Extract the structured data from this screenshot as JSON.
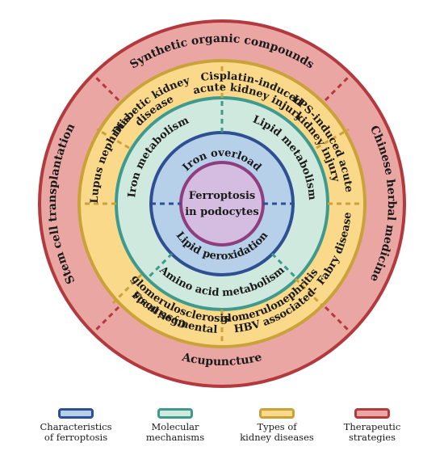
{
  "colors": {
    "therapeutic_fill": "#eaa6a3",
    "therapeutic_border": "#b23a3e",
    "disease_fill": "#fbd98a",
    "disease_border": "#c9a23a",
    "mechanism_fill": "#cfe9df",
    "mechanism_border": "#3d9a8d",
    "characteristic_fill": "#b7d0ea",
    "characteristic_border": "#2e4f92",
    "core_fill": "#d4bde0",
    "core_border": "#8e3e7e"
  },
  "core": {
    "line1": "Ferroptosis",
    "line2": "in podocytes"
  },
  "characteristics": {
    "top": "Iron overload",
    "bottom": "Lipid peroxidation"
  },
  "mechanisms": {
    "left": "Iron metabolism",
    "right": "Lipid metabolism",
    "bottom": "Amino acid metabolism"
  },
  "diseases": {
    "diabetic": {
      "line1": "Diabetic kidney",
      "line2": "disease"
    },
    "cisplatin": {
      "line1": "Cisplatin-induced",
      "line2": "acute kidney injury"
    },
    "lps": {
      "line1": "LPS-induced acute",
      "line2": "kidney injury"
    },
    "fabry": "Fabry disease",
    "hbv": {
      "line1": "HBV associated-",
      "line2": "glomerulonephritis"
    },
    "fsgs": {
      "line1": "Focal segmental",
      "line2": "glomerulosclerosis"
    },
    "cystinosis": "Cystinosis",
    "lupus": "Lupus nephritis"
  },
  "strategies": {
    "top": "Synthetic organic compounds",
    "right": "Chinese herbal medicine",
    "bottom": "Acupuncture",
    "left": "Stem cell transplantation"
  },
  "legend": [
    {
      "line1": "Characteristics",
      "line2": "of ferroptosis",
      "color": "#2e4f92",
      "fill": "#b7d0ea"
    },
    {
      "line1": "Molecular",
      "line2": "mechanisms",
      "color": "#3d9a8d",
      "fill": "#cfe9df"
    },
    {
      "line1": "Types of",
      "line2": "kidney diseases",
      "color": "#c9a23a",
      "fill": "#fbd98a"
    },
    {
      "line1": "Therapeutic",
      "line2": "strategies",
      "color": "#b23a3e",
      "fill": "#eaa6a3"
    }
  ]
}
